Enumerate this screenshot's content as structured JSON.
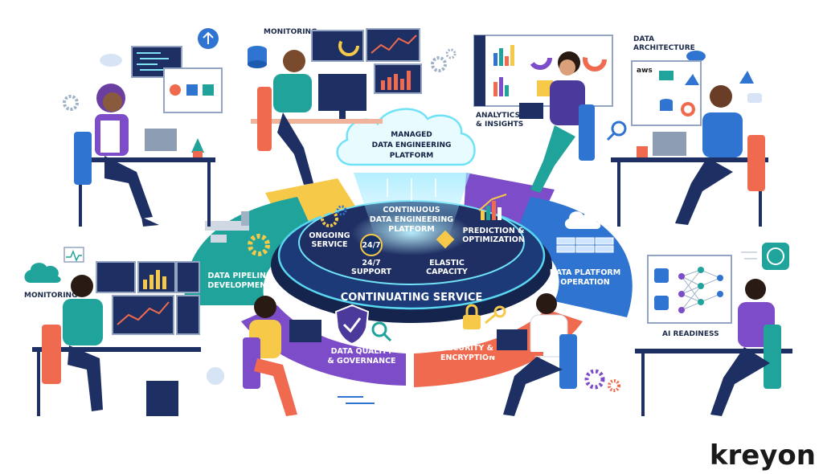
{
  "hub": {
    "cloud_line1": "MANAGED",
    "cloud_line2": "DATA ENGINEERING",
    "cloud_line3": "PLATFORM",
    "center_line1": "CONTINUOUS",
    "center_line2": "DATA ENGINEERING",
    "center_line3": "PLATFORM",
    "ring_text": "CONTINUATING SERVICE"
  },
  "inner_items": {
    "ongoing_1": "ONGOING",
    "ongoing_2": "SERVICE",
    "support_badge": "24/7",
    "support_1": "24/7",
    "support_2": "SUPPORT",
    "elastic_1": "ELASTIC",
    "elastic_2": "CAPACITY",
    "prediction_1": "PREDICTION &",
    "prediction_2": "OPTIMIZATION"
  },
  "segments": {
    "pipeline_1": "DATA PIPELINE",
    "pipeline_2": "DEVELOPMENT",
    "quality_1": "DATA QUALITY",
    "quality_2": "& GOVERNANCE",
    "security_1": "SECURITY &",
    "security_2": "ENCRYPTION",
    "operation_1": "DATA PLATFORM",
    "operation_2": "OPERATION"
  },
  "stations": {
    "monitoring_top": "MONITORING",
    "analytics_1": "ANALYTICS",
    "analytics_2": "& INSIGHTS",
    "architecture_1": "DATA",
    "architecture_2": "ARCHITECTURE",
    "aws": "aws",
    "monitoring_left": "MONITORING",
    "ai_readiness": "AI READINESS"
  },
  "brand": {
    "logo": "kreyon"
  },
  "colors": {
    "teal": "#1fa39a",
    "purple": "#7d4cc9",
    "coral": "#ef6a4f",
    "blue": "#2f74d0",
    "navy": "#1d2f63",
    "yellow": "#f7c948",
    "glow": "#7fe3f5"
  }
}
